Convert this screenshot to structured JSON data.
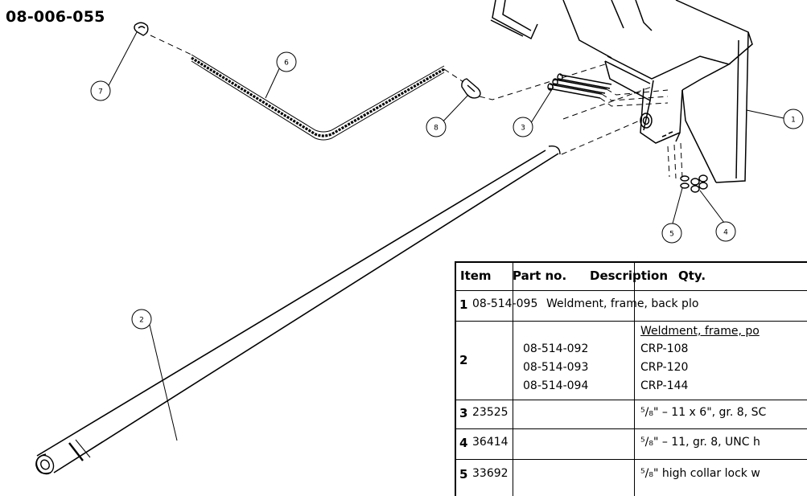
{
  "document_number": "08-006-055",
  "callouts": [
    "1",
    "2",
    "3",
    "4",
    "5",
    "6",
    "7",
    "8"
  ],
  "parts_table": {
    "headers": {
      "item": "Item",
      "part_no": "Part no.",
      "description": "Description",
      "qty": "Qty."
    },
    "rows": [
      {
        "item": "1",
        "part_no": "08-514-095",
        "description": "Weldment, frame, back plo"
      },
      {
        "item": "2",
        "description_header": "Weldment, frame, po",
        "variants": [
          {
            "part_no": "08-514-092",
            "description": "CRP-108"
          },
          {
            "part_no": "08-514-093",
            "description": "CRP-120"
          },
          {
            "part_no": "08-514-094",
            "description": "CRP-144"
          }
        ]
      },
      {
        "item": "3",
        "part_no": "23525",
        "description": "⁵/₈\" – 11 x 6\", gr. 8, SC"
      },
      {
        "item": "4",
        "part_no": "36414",
        "description": "⁵/₈\" – 11, gr. 8, UNC h"
      },
      {
        "item": "5",
        "part_no": "33692",
        "description": "⁵/₈\" high collar lock w"
      }
    ]
  },
  "colors": {
    "line": "#000000",
    "background": "#ffffff",
    "fill": "#ffffff"
  }
}
